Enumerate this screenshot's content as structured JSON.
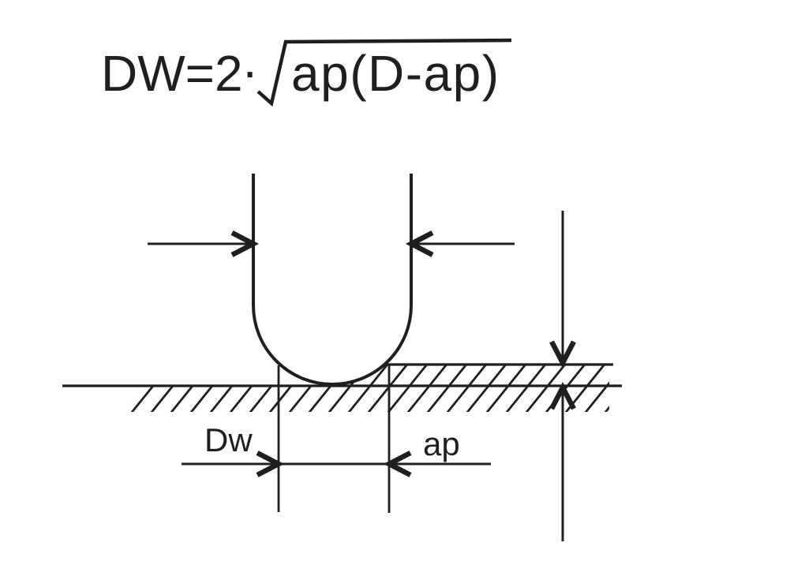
{
  "page": {
    "background": "#ffffff",
    "ink": "#1f1f1f"
  },
  "formula": {
    "lhs": "DW=2",
    "multiply_dot": "·",
    "radicand": "ap(D-ap)"
  },
  "dimension_labels": {
    "effective_cutting_diameter": "Dw",
    "cutting_depth": "ap"
  }
}
